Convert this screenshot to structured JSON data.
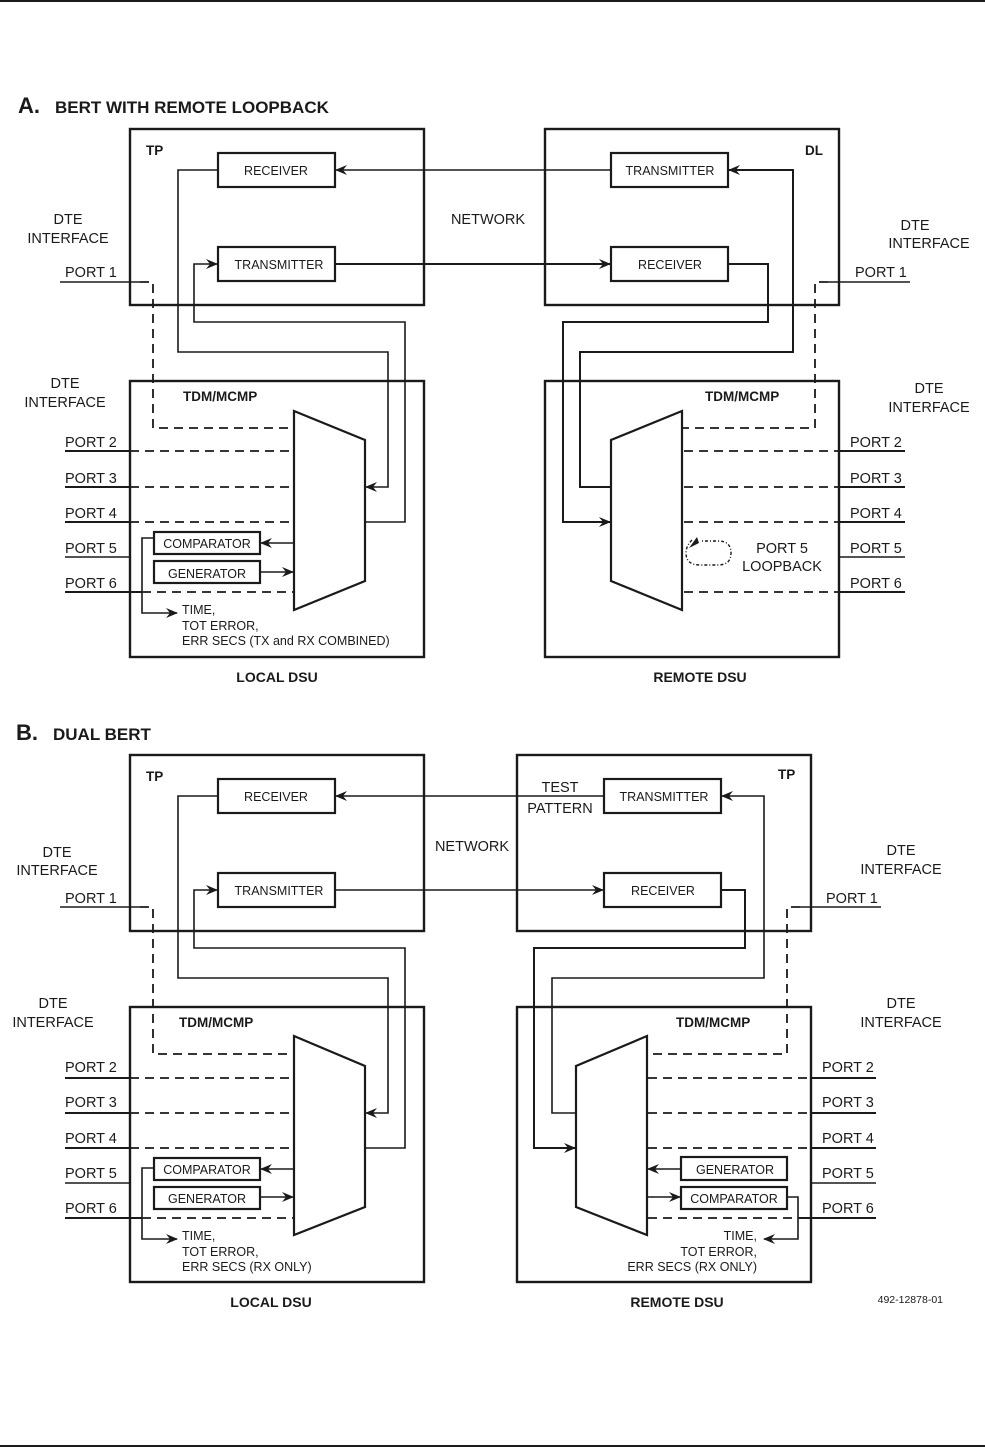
{
  "figure": {
    "figure_number": "492-12878-01",
    "colors": {
      "ink": "#1a1a1a",
      "background": "#ffffff"
    }
  },
  "section_a": {
    "letter": "A.",
    "title": "BERT WITH REMOTE LOOPBACK",
    "network_label": "NETWORK",
    "local_tp": {
      "tag": "TP",
      "receiver": "RECEIVER",
      "transmitter": "TRANSMITTER"
    },
    "remote_dl": {
      "tag": "DL",
      "transmitter": "TRANSMITTER",
      "receiver": "RECEIVER"
    },
    "local_dsu": {
      "label": "LOCAL DSU",
      "mux_label": "TDM/MCMP",
      "comparator": "COMPARATOR",
      "generator": "GENERATOR",
      "results": [
        "TIME,",
        "TOT ERROR,",
        "ERR SECS (TX and RX COMBINED)"
      ]
    },
    "remote_dsu": {
      "label": "REMOTE DSU",
      "mux_label": "TDM/MCMP",
      "loopback": [
        "PORT 5",
        "LOOPBACK"
      ]
    },
    "left_dte": {
      "top": [
        "DTE",
        "INTERFACE"
      ],
      "bottom": [
        "DTE",
        "INTERFACE"
      ],
      "ports": [
        "PORT 1",
        "PORT 2",
        "PORT 3",
        "PORT 4",
        "PORT 5",
        "PORT 6"
      ]
    },
    "right_dte": {
      "top": [
        "DTE",
        "INTERFACE"
      ],
      "bottom": [
        "DTE",
        "INTERFACE"
      ],
      "ports": [
        "PORT 1",
        "PORT 2",
        "PORT 3",
        "PORT 4",
        "PORT 5",
        "PORT 6"
      ]
    }
  },
  "section_b": {
    "letter": "B.",
    "title": "DUAL BERT",
    "network_label": "NETWORK",
    "test_pattern": [
      "TEST",
      "PATTERN"
    ],
    "local_tp": {
      "tag": "TP",
      "receiver": "RECEIVER",
      "transmitter": "TRANSMITTER"
    },
    "remote_tp": {
      "tag": "TP",
      "transmitter": "TRANSMITTER",
      "receiver": "RECEIVER"
    },
    "local_dsu": {
      "label": "LOCAL DSU",
      "mux_label": "TDM/MCMP",
      "comparator": "COMPARATOR",
      "generator": "GENERATOR",
      "results": [
        "TIME,",
        "TOT ERROR,",
        "ERR SECS (RX ONLY)"
      ]
    },
    "remote_dsu": {
      "label": "REMOTE DSU",
      "mux_label": "TDM/MCMP",
      "generator": "GENERATOR",
      "comparator": "COMPARATOR",
      "results": [
        "TIME,",
        "TOT ERROR,",
        "ERR SECS (RX ONLY)"
      ]
    },
    "left_dte": {
      "top": [
        "DTE",
        "INTERFACE"
      ],
      "bottom": [
        "DTE",
        "INTERFACE"
      ],
      "ports": [
        "PORT 1",
        "PORT 2",
        "PORT 3",
        "PORT 4",
        "PORT 5",
        "PORT 6"
      ]
    },
    "right_dte": {
      "top": [
        "DTE",
        "INTERFACE"
      ],
      "bottom": [
        "DTE",
        "INTERFACE"
      ],
      "ports": [
        "PORT 1",
        "PORT 2",
        "PORT 3",
        "PORT 4",
        "PORT 5",
        "PORT 6"
      ]
    }
  }
}
